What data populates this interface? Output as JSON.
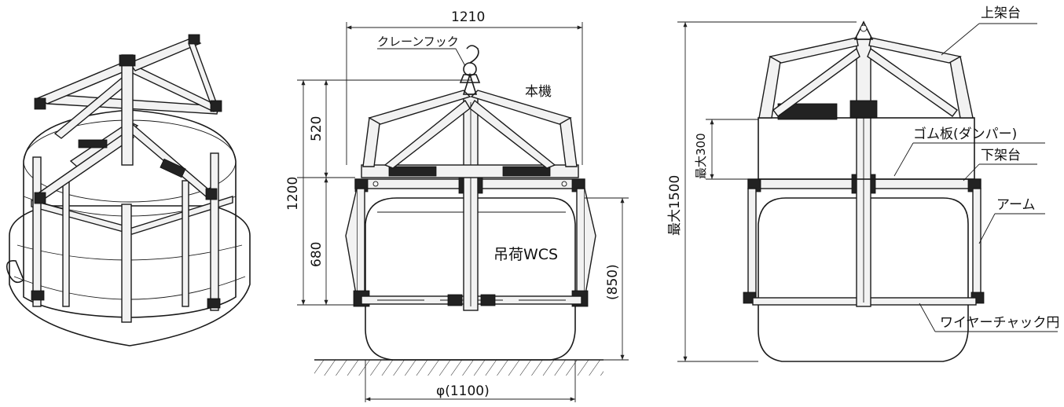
{
  "labels": {
    "crane_hook": "クレーンフック",
    "main_unit": "本機",
    "load": "吊荷WCS",
    "upper_frame": "上架台",
    "rubber_plate": "ゴム板(ダンパー)",
    "lower_frame": "下架台",
    "arm": "アーム",
    "wire_chuck": "ワイヤーチャック円"
  },
  "dimensions": {
    "width": "1210",
    "upper_height": "520",
    "total_height": "1200",
    "lower_height": "680",
    "load_height": "(850)",
    "diameter": "φ(1100)",
    "max_damper": "最大300",
    "max_total": "最大1500"
  }
}
